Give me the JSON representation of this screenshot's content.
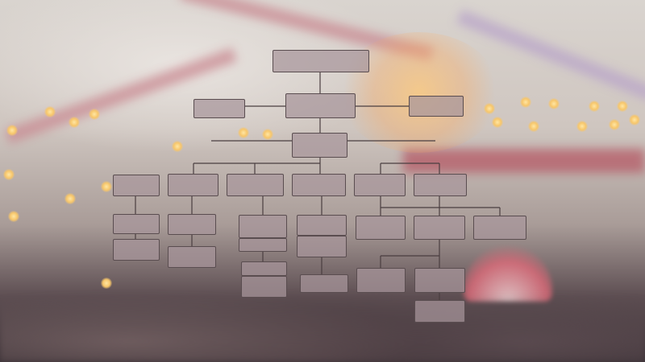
{
  "diagram": {
    "nodes": [
      {
        "id": "root",
        "label": ""
      },
      {
        "id": "l1-left",
        "label": ""
      },
      {
        "id": "l1-center",
        "label": ""
      },
      {
        "id": "l1-right",
        "label": ""
      },
      {
        "id": "l2-center",
        "label": ""
      },
      {
        "id": "l3-a",
        "label": ""
      },
      {
        "id": "l3-b",
        "label": ""
      },
      {
        "id": "l3-c",
        "label": ""
      },
      {
        "id": "l3-d",
        "label": ""
      },
      {
        "id": "l3-e",
        "label": ""
      },
      {
        "id": "l3-f",
        "label": ""
      },
      {
        "id": "l4-a1",
        "label": ""
      },
      {
        "id": "l4-a2",
        "label": ""
      },
      {
        "id": "l4-b1",
        "label": ""
      },
      {
        "id": "l4-b2",
        "label": ""
      },
      {
        "id": "l4-c1",
        "label": ""
      },
      {
        "id": "l4-c2",
        "label": ""
      },
      {
        "id": "l4-c3",
        "label": ""
      },
      {
        "id": "l4-c4",
        "label": ""
      },
      {
        "id": "l4-d1",
        "label": ""
      },
      {
        "id": "l4-d2",
        "label": ""
      },
      {
        "id": "l4-d3",
        "label": ""
      },
      {
        "id": "l4-e1",
        "label": ""
      },
      {
        "id": "l4-e2",
        "label": ""
      },
      {
        "id": "l4-e3",
        "label": ""
      },
      {
        "id": "l5-e1",
        "label": ""
      },
      {
        "id": "l5-e2",
        "label": ""
      },
      {
        "id": "l6-e2",
        "label": ""
      }
    ]
  }
}
